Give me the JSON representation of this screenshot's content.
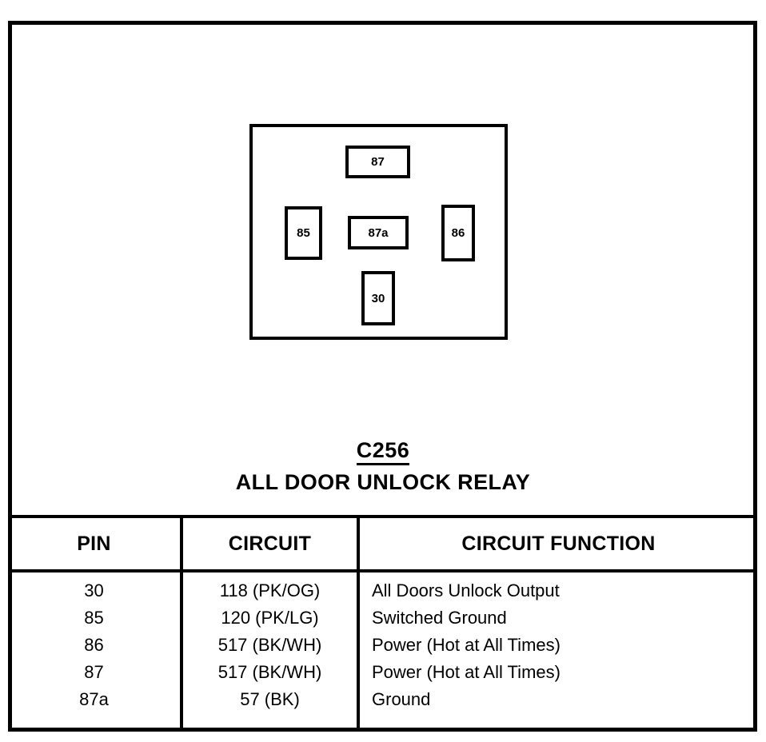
{
  "diagram": {
    "connector_id": "C256",
    "title": "ALL DOOR UNLOCK RELAY",
    "relay": {
      "terminals": [
        {
          "label": "87",
          "position": "top"
        },
        {
          "label": "85",
          "position": "left"
        },
        {
          "label": "87a",
          "position": "center"
        },
        {
          "label": "86",
          "position": "right"
        },
        {
          "label": "30",
          "position": "bottom"
        }
      ]
    }
  },
  "table": {
    "headers": {
      "pin": "PIN",
      "circuit": "CIRCUIT",
      "function": "CIRCUIT FUNCTION"
    },
    "rows": [
      {
        "pin": "30",
        "circuit": "118 (PK/OG)",
        "function": "All Doors Unlock Output"
      },
      {
        "pin": "85",
        "circuit": "120 (PK/LG)",
        "function": "Switched Ground"
      },
      {
        "pin": "86",
        "circuit": "517 (BK/WH)",
        "function": "Power (Hot at All Times)"
      },
      {
        "pin": "87",
        "circuit": "517 (BK/WH)",
        "function": "Power (Hot at All Times)"
      },
      {
        "pin": "87a",
        "circuit": "57 (BK)",
        "function": "Ground"
      }
    ]
  },
  "colors": {
    "ink": "#000000",
    "paper": "#ffffff"
  }
}
